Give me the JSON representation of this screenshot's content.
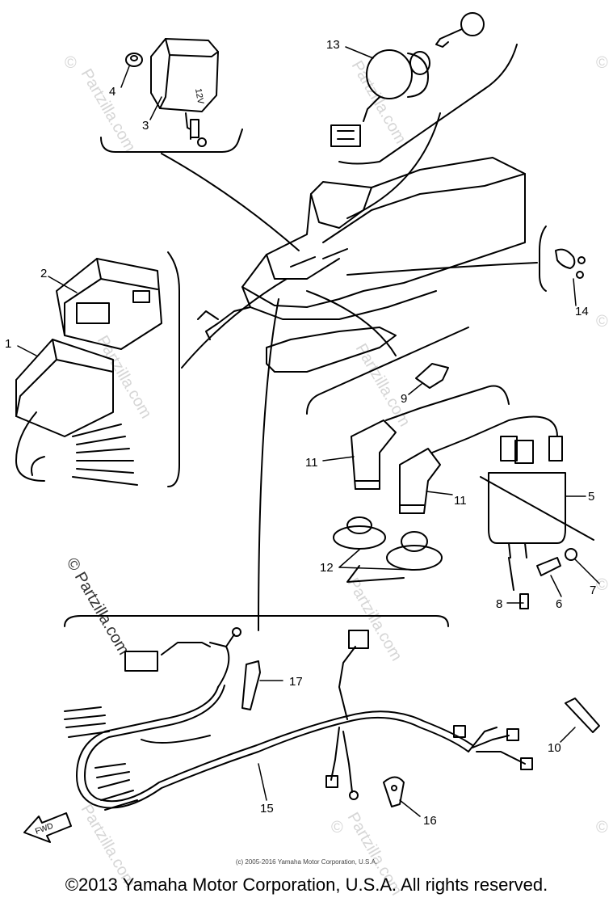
{
  "callouts": {
    "c1": "1",
    "c2": "2",
    "c3": "3",
    "c4": "4",
    "c5": "5",
    "c6": "6",
    "c7": "7",
    "c8": "8",
    "c9": "9",
    "c10": "10",
    "c11a": "11",
    "c11b": "11",
    "c12": "12",
    "c13": "13",
    "c14": "14",
    "c15": "15",
    "c16": "16",
    "c17": "17"
  },
  "labels": {
    "fwd": "FWD",
    "coil_12v": "12V"
  },
  "watermark": {
    "text": "Partzilla.com",
    "symbol": "©",
    "sidebar_text": "© Partzilla.com"
  },
  "footer": {
    "small": "(c) 2005-2016 Yamaha Motor Corporation, U.S.A.",
    "main": "©2013 Yamaha Motor Corporation, U.S.A. All rights reserved."
  },
  "colors": {
    "ink": "#000000",
    "watermark": "#d6d6d6",
    "background": "#ffffff"
  }
}
